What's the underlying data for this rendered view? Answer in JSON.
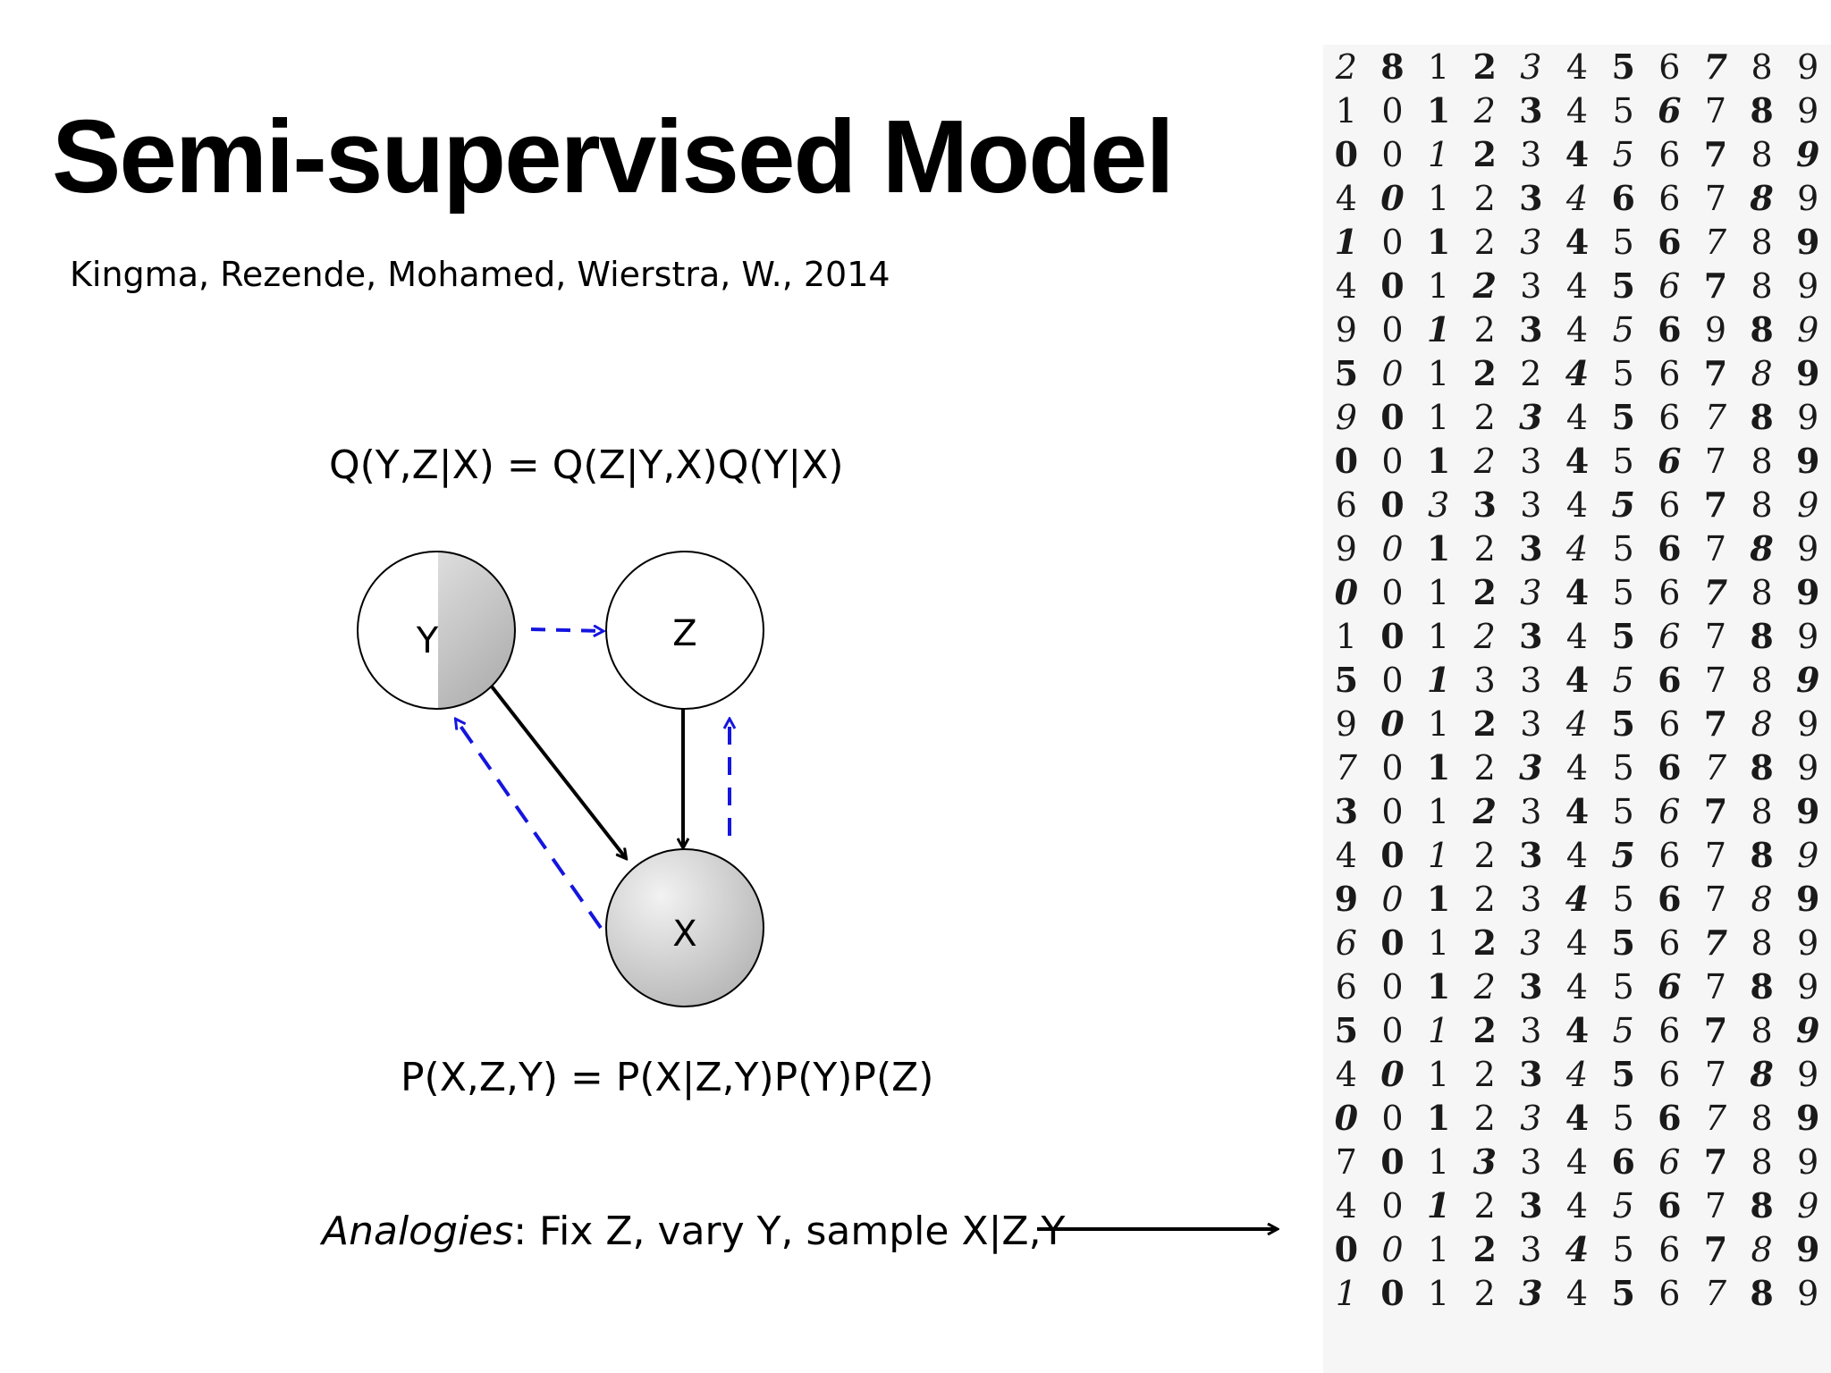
{
  "title": "Semi-supervised Model",
  "citation": "Kingma, Rezende, Mohamed, Wierstra, W., 2014",
  "equation_q": "Q(Y,Z|X) = Q(Z|Y,X)Q(Y|X)",
  "equation_p": "P(X,Z,Y) = P(X|Z,Y)P(Y)P(Z)",
  "analogy": {
    "emph": "Analogies",
    "rest": ": Fix Z, vary Y, sample X|Z,Y"
  },
  "nodes": {
    "y": "Y",
    "z": "Z",
    "x": "X"
  },
  "colors": {
    "generative": "#000000",
    "inference": "#1515e0",
    "observed_fill": "#c8c8c8"
  },
  "digit_grid": [
    "2812345678 9",
    "1012345678 9",
    "0012345678 9",
    "4012346678 9",
    "1012345678 9",
    "4012345678 9",
    "9012345698 9",
    "5012245678 9",
    "9012345678 9",
    "0012345678 9",
    "6033345678 9",
    "9012345678 9",
    "0012345678 9",
    "1012345678 9",
    "5013345678 9",
    "9012345678 9",
    "7012345678 9",
    "3012345678 9",
    "4012345678 9",
    "9012345678 9",
    "6012345678 9",
    "6012345678 9",
    "5012345678 9",
    "4012345678 9",
    "0012345678 9",
    "7013346678 9",
    "4012345678 9",
    "0012345678 9",
    "1012345678 9"
  ]
}
